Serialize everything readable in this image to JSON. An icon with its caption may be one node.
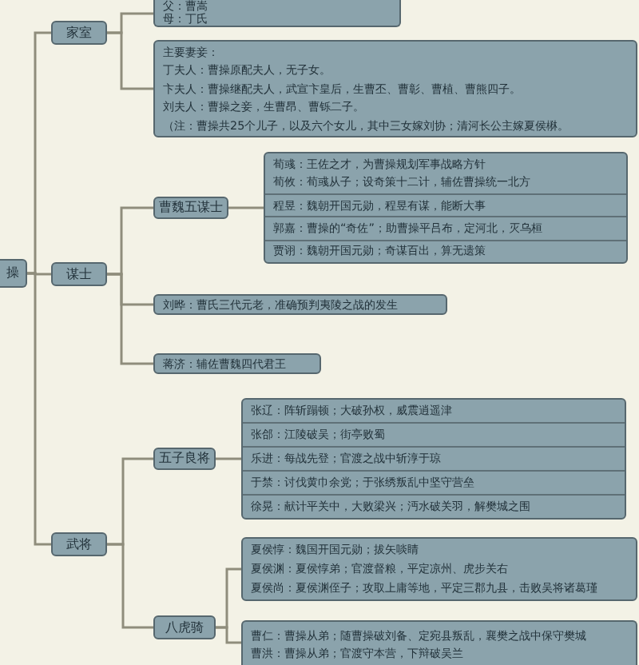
{
  "diagram": {
    "nodes": [
      {
        "text": [
          "操"
        ]
      },
      {
        "text": [
          "家室"
        ]
      },
      {
        "text": [
          "父：曹嵩",
          "母：丁氏"
        ]
      },
      {
        "text": [
          "主要妻妾：",
          "丁夫人：曹操原配夫人，无子女。",
          "卞夫人：曹操继配夫人，武宣卞皇后，生曹丕、曹彰、曹植、曹熊四子。",
          "刘夫人：曹操之妾，生曹昂、曹铄二子。",
          "（注：曹操共25个儿子，以及六个女儿，其中三女嫁刘协；清河长公主嫁夏侯楙。"
        ]
      },
      {
        "text": [
          "谋士"
        ]
      },
      {
        "text": [
          "曹魏五谋士"
        ]
      },
      {
        "text": [
          "荀彧：王佐之才，为曹操规划军事战略方针",
          "荀攸：荀彧从子；设奇策十二计，辅佐曹操统一北方",
          "程昱：魏朝开国元勋，程昱有谋，能断大事",
          "郭嘉：曹操的“奇佐”；助曹操平吕布，定河北，灭乌桓",
          "贾诩：魏朝开国元勋；奇谋百出，算无遗策"
        ]
      },
      {
        "text": [
          "刘晔：曹氏三代元老，准确预判夷陵之战的发生"
        ]
      },
      {
        "text": [
          "蒋济：辅佐曹魏四代君王"
        ]
      },
      {
        "text": [
          "武将"
        ]
      },
      {
        "text": [
          "五子良将"
        ]
      },
      {
        "text": [
          "张辽：阵斩蹋顿；大破孙权，威震逍遥津",
          "张郃：江陵破吴；街亭败蜀",
          "乐进：每战先登；官渡之战中斩淳于琼",
          "于禁：讨伐黄巾余党；于张绣叛乱中坚守营垒",
          "徐晃：献计平关中，大败梁兴；沔水破关羽，解樊城之围"
        ]
      },
      {
        "text": [
          "八虎骑"
        ]
      },
      {
        "text": [
          "夏侯惇：魏国开国元勋；拔矢啖睛",
          "夏侯渊：夏侯惇弟；官渡督粮，平定凉州、虎步关右",
          "夏侯尚：夏侯渊侄子；攻取上庸等地，平定三郡九县，击败吴将诸葛瑾"
        ]
      },
      {
        "text": [
          "曹仁：曹操从弟；随曹操破刘备、定宛县叛乱，襄樊之战中保守樊城",
          "曹洪：曹操从弟；官渡守本营，下辩破吴兰"
        ]
      }
    ],
    "edges": [
      {
        "from": 0,
        "to": 1,
        "arrow": "none"
      },
      {
        "from": 0,
        "to": 4,
        "arrow": "none"
      },
      {
        "from": 0,
        "to": 9,
        "arrow": "none"
      },
      {
        "from": 1,
        "to": 2,
        "arrow": "none"
      },
      {
        "from": 1,
        "to": 3,
        "arrow": "none"
      },
      {
        "from": 4,
        "to": 5,
        "arrow": "none"
      },
      {
        "from": 4,
        "to": 7,
        "arrow": "none"
      },
      {
        "from": 4,
        "to": 8,
        "arrow": "none"
      },
      {
        "from": 5,
        "to": 6,
        "arrow": "none"
      },
      {
        "from": 9,
        "to": 10,
        "arrow": "none"
      },
      {
        "from": 9,
        "to": 12,
        "arrow": "none"
      },
      {
        "from": 10,
        "to": 11,
        "arrow": "none"
      },
      {
        "from": 12,
        "to": 13,
        "arrow": "none"
      },
      {
        "from": 12,
        "to": 14,
        "arrow": "none"
      }
    ]
  }
}
